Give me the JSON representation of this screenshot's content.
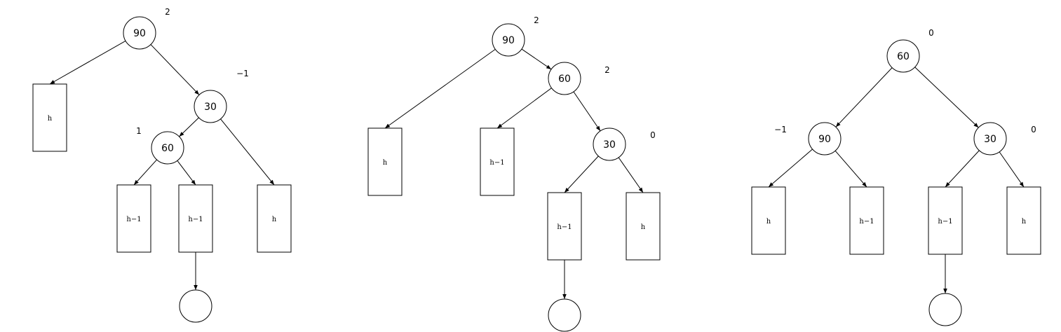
{
  "diagrams": [
    {
      "name": "left-tree",
      "nodes": [
        {
          "id": "n90",
          "label": "90",
          "bf": "2"
        },
        {
          "id": "n30",
          "label": "30",
          "bf": "−1"
        },
        {
          "id": "n60",
          "label": "60",
          "bf": "1"
        },
        {
          "id": "empty",
          "label": "",
          "bf": ""
        }
      ],
      "boxes": [
        {
          "id": "bh",
          "label": "h"
        },
        {
          "id": "b1",
          "label": "h−1"
        },
        {
          "id": "b2",
          "label": "h−1"
        },
        {
          "id": "b3",
          "label": "h"
        }
      ],
      "edges": [
        [
          "n90",
          "bh"
        ],
        [
          "n90",
          "n30"
        ],
        [
          "n30",
          "n60"
        ],
        [
          "n30",
          "b3"
        ],
        [
          "n60",
          "b1"
        ],
        [
          "n60",
          "b2"
        ],
        [
          "b2",
          "empty"
        ]
      ]
    },
    {
      "name": "middle-tree",
      "nodes": [
        {
          "id": "n90",
          "label": "90",
          "bf": "2"
        },
        {
          "id": "n60",
          "label": "60",
          "bf": "2"
        },
        {
          "id": "n30",
          "label": "30",
          "bf": "0"
        },
        {
          "id": "empty",
          "label": "",
          "bf": ""
        }
      ],
      "boxes": [
        {
          "id": "bh",
          "label": "h"
        },
        {
          "id": "b1",
          "label": "h−1"
        },
        {
          "id": "b2",
          "label": "h−1"
        },
        {
          "id": "b3",
          "label": "h"
        }
      ],
      "edges": [
        [
          "n90",
          "bh"
        ],
        [
          "n90",
          "n60"
        ],
        [
          "n60",
          "b1"
        ],
        [
          "n60",
          "n30"
        ],
        [
          "n30",
          "b2"
        ],
        [
          "n30",
          "b3"
        ],
        [
          "b2",
          "empty"
        ]
      ]
    },
    {
      "name": "right-tree",
      "nodes": [
        {
          "id": "n60",
          "label": "60",
          "bf": "0"
        },
        {
          "id": "n90",
          "label": "90",
          "bf": "−1"
        },
        {
          "id": "n30",
          "label": "30",
          "bf": "0"
        },
        {
          "id": "empty",
          "label": "",
          "bf": ""
        }
      ],
      "boxes": [
        {
          "id": "b1",
          "label": "h"
        },
        {
          "id": "b2",
          "label": "h−1"
        },
        {
          "id": "b3",
          "label": "h−1"
        },
        {
          "id": "b4",
          "label": "h"
        }
      ],
      "edges": [
        [
          "n60",
          "n90"
        ],
        [
          "n60",
          "n30"
        ],
        [
          "n90",
          "b1"
        ],
        [
          "n90",
          "b2"
        ],
        [
          "n30",
          "b3"
        ],
        [
          "n30",
          "b4"
        ],
        [
          "b3",
          "empty"
        ]
      ]
    }
  ]
}
